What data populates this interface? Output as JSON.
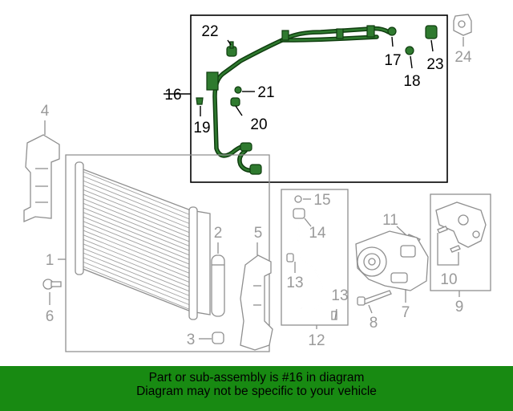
{
  "callouts": {
    "c1": "1",
    "c2": "2",
    "c3": "3",
    "c4": "4",
    "c5": "5",
    "c6": "6",
    "c7": "7",
    "c8": "8",
    "c9": "9",
    "c10": "10",
    "c11": "11",
    "c12": "12",
    "c13a": "13",
    "c13b": "13",
    "c14": "14",
    "c15": "15",
    "c16": "16",
    "c17": "17",
    "c18": "18",
    "c19": "19",
    "c20": "20",
    "c21": "21",
    "c22": "22",
    "c23": "23",
    "c24": "24"
  },
  "highlight_part": "16",
  "colors": {
    "highlight": "#188a12",
    "hose": "#2f7a2f",
    "other_parts": "#8f8f8f"
  },
  "banner": {
    "line1": "Part or sub-assembly is #16 in diagram",
    "line2": "Diagram may not be specific to your vehicle"
  }
}
